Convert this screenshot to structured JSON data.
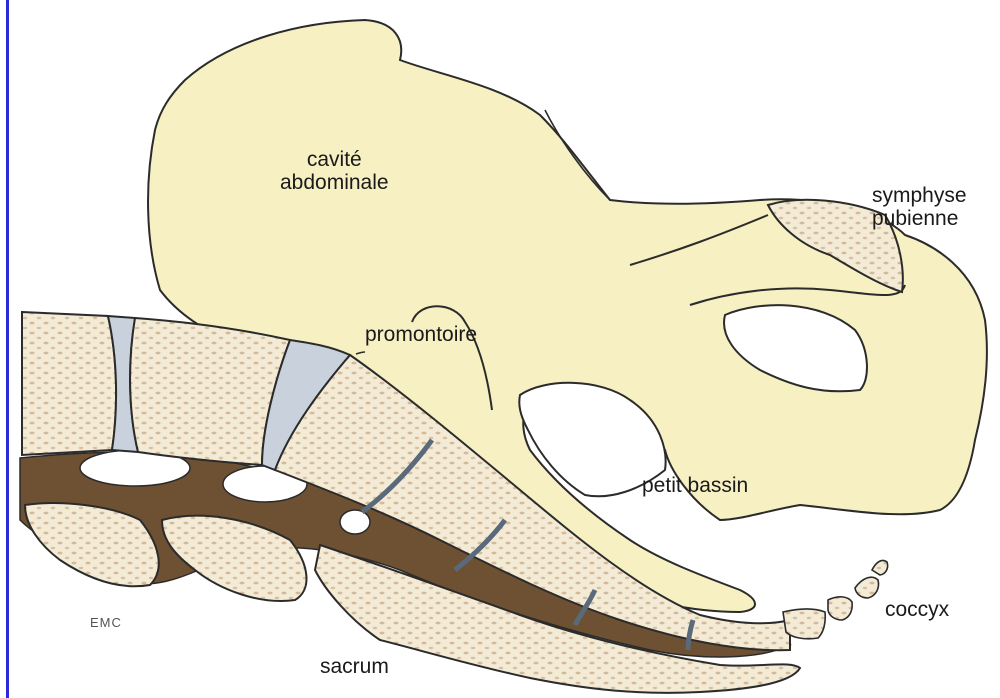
{
  "labels": {
    "cavite": "cavité\nabdominale",
    "symphyse": "symphyse\npubienne",
    "promontoire": "promontoire",
    "petit_bassin": "petit bassin",
    "coccyx": "coccyx",
    "sacrum": "sacrum"
  },
  "credit": "EMC",
  "colors": {
    "bone": "#f6f0c2",
    "vertebra": "#f3ebd6",
    "disc": "#c9d2dc",
    "cavity": "#6e5132",
    "outline": "#2b2b2b",
    "frame": "#2a2adc"
  }
}
